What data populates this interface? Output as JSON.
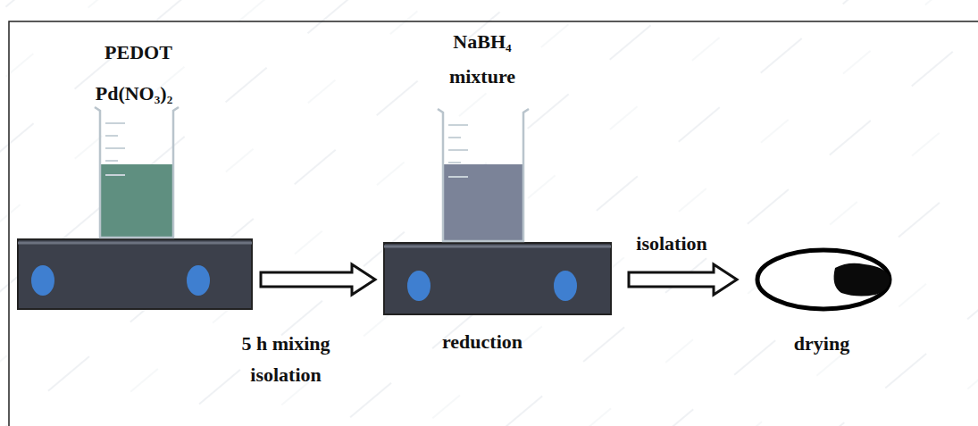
{
  "diagram": {
    "nodes": [
      {
        "text": [
          "PEDOT",
          "Pd(NO₃)₂"
        ]
      },
      {
        "text": [
          "NaBH₄ mixture",
          "reduction"
        ]
      },
      {
        "text": [
          "drying"
        ]
      }
    ],
    "edges": [
      {
        "from": 0,
        "to": 1,
        "label": "5 h mixing isolation",
        "arrow": "to"
      },
      {
        "from": 1,
        "to": 2,
        "label": "isolation",
        "arrow": "to"
      }
    ]
  }
}
